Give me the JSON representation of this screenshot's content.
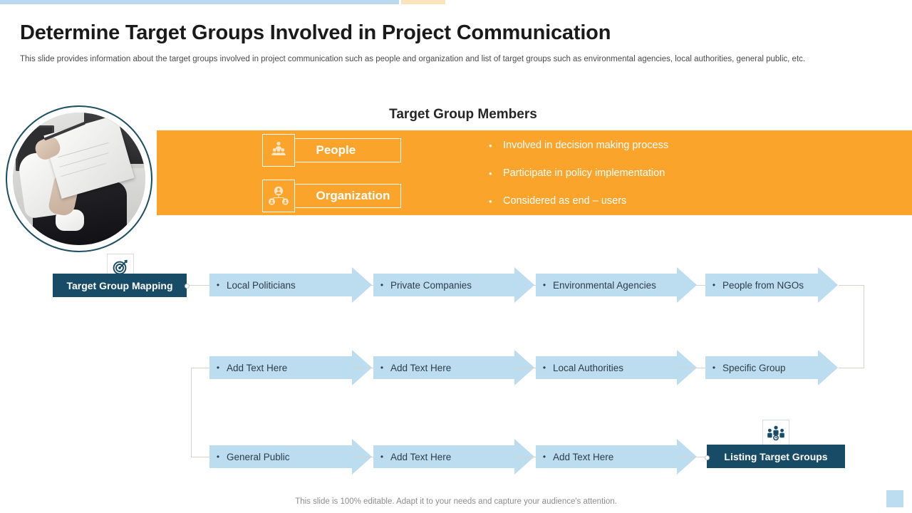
{
  "header": {
    "title": "Determine Target Groups Involved in Project Communication",
    "subtitle": "This slide provides information about the target groups involved in project communication such as people and organization and list of target groups such as environmental agencies, local authorities, general public, etc."
  },
  "members": {
    "heading": "Target Group Members",
    "chips": [
      {
        "label": "People",
        "icon": "people-pyramid-icon"
      },
      {
        "label": "Organization",
        "icon": "organization-chart-icon"
      }
    ],
    "bullets": [
      "Involved  in decision making process",
      "Participate in policy implementation",
      "Considered as end – users"
    ]
  },
  "flow": {
    "start_label": "Target Group Mapping",
    "end_label": "Listing Target Groups",
    "start_icon": "target-icon",
    "end_icon": "group-people-icon",
    "bullet_char": "•",
    "rows": [
      {
        "items": [
          "Local Politicians",
          "Private Companies",
          "Environmental Agencies",
          "People from NGOs"
        ]
      },
      {
        "items": [
          "Add Text Here",
          "Add Text Here",
          "Local Authorities",
          "Specific Group"
        ]
      },
      {
        "items": [
          "General Public",
          "Add Text Here",
          "Add Text Here"
        ]
      }
    ]
  },
  "footer": {
    "note": "This slide is 100% editable. Adapt it to your needs and capture your audience's attention."
  },
  "colors": {
    "accent_orange": "#fba42b",
    "accent_blue": "#bcdcf0",
    "navy": "#174b66",
    "top_bar_blue": "#bbd9ee",
    "top_bar_orange": "#fbe3bd"
  }
}
